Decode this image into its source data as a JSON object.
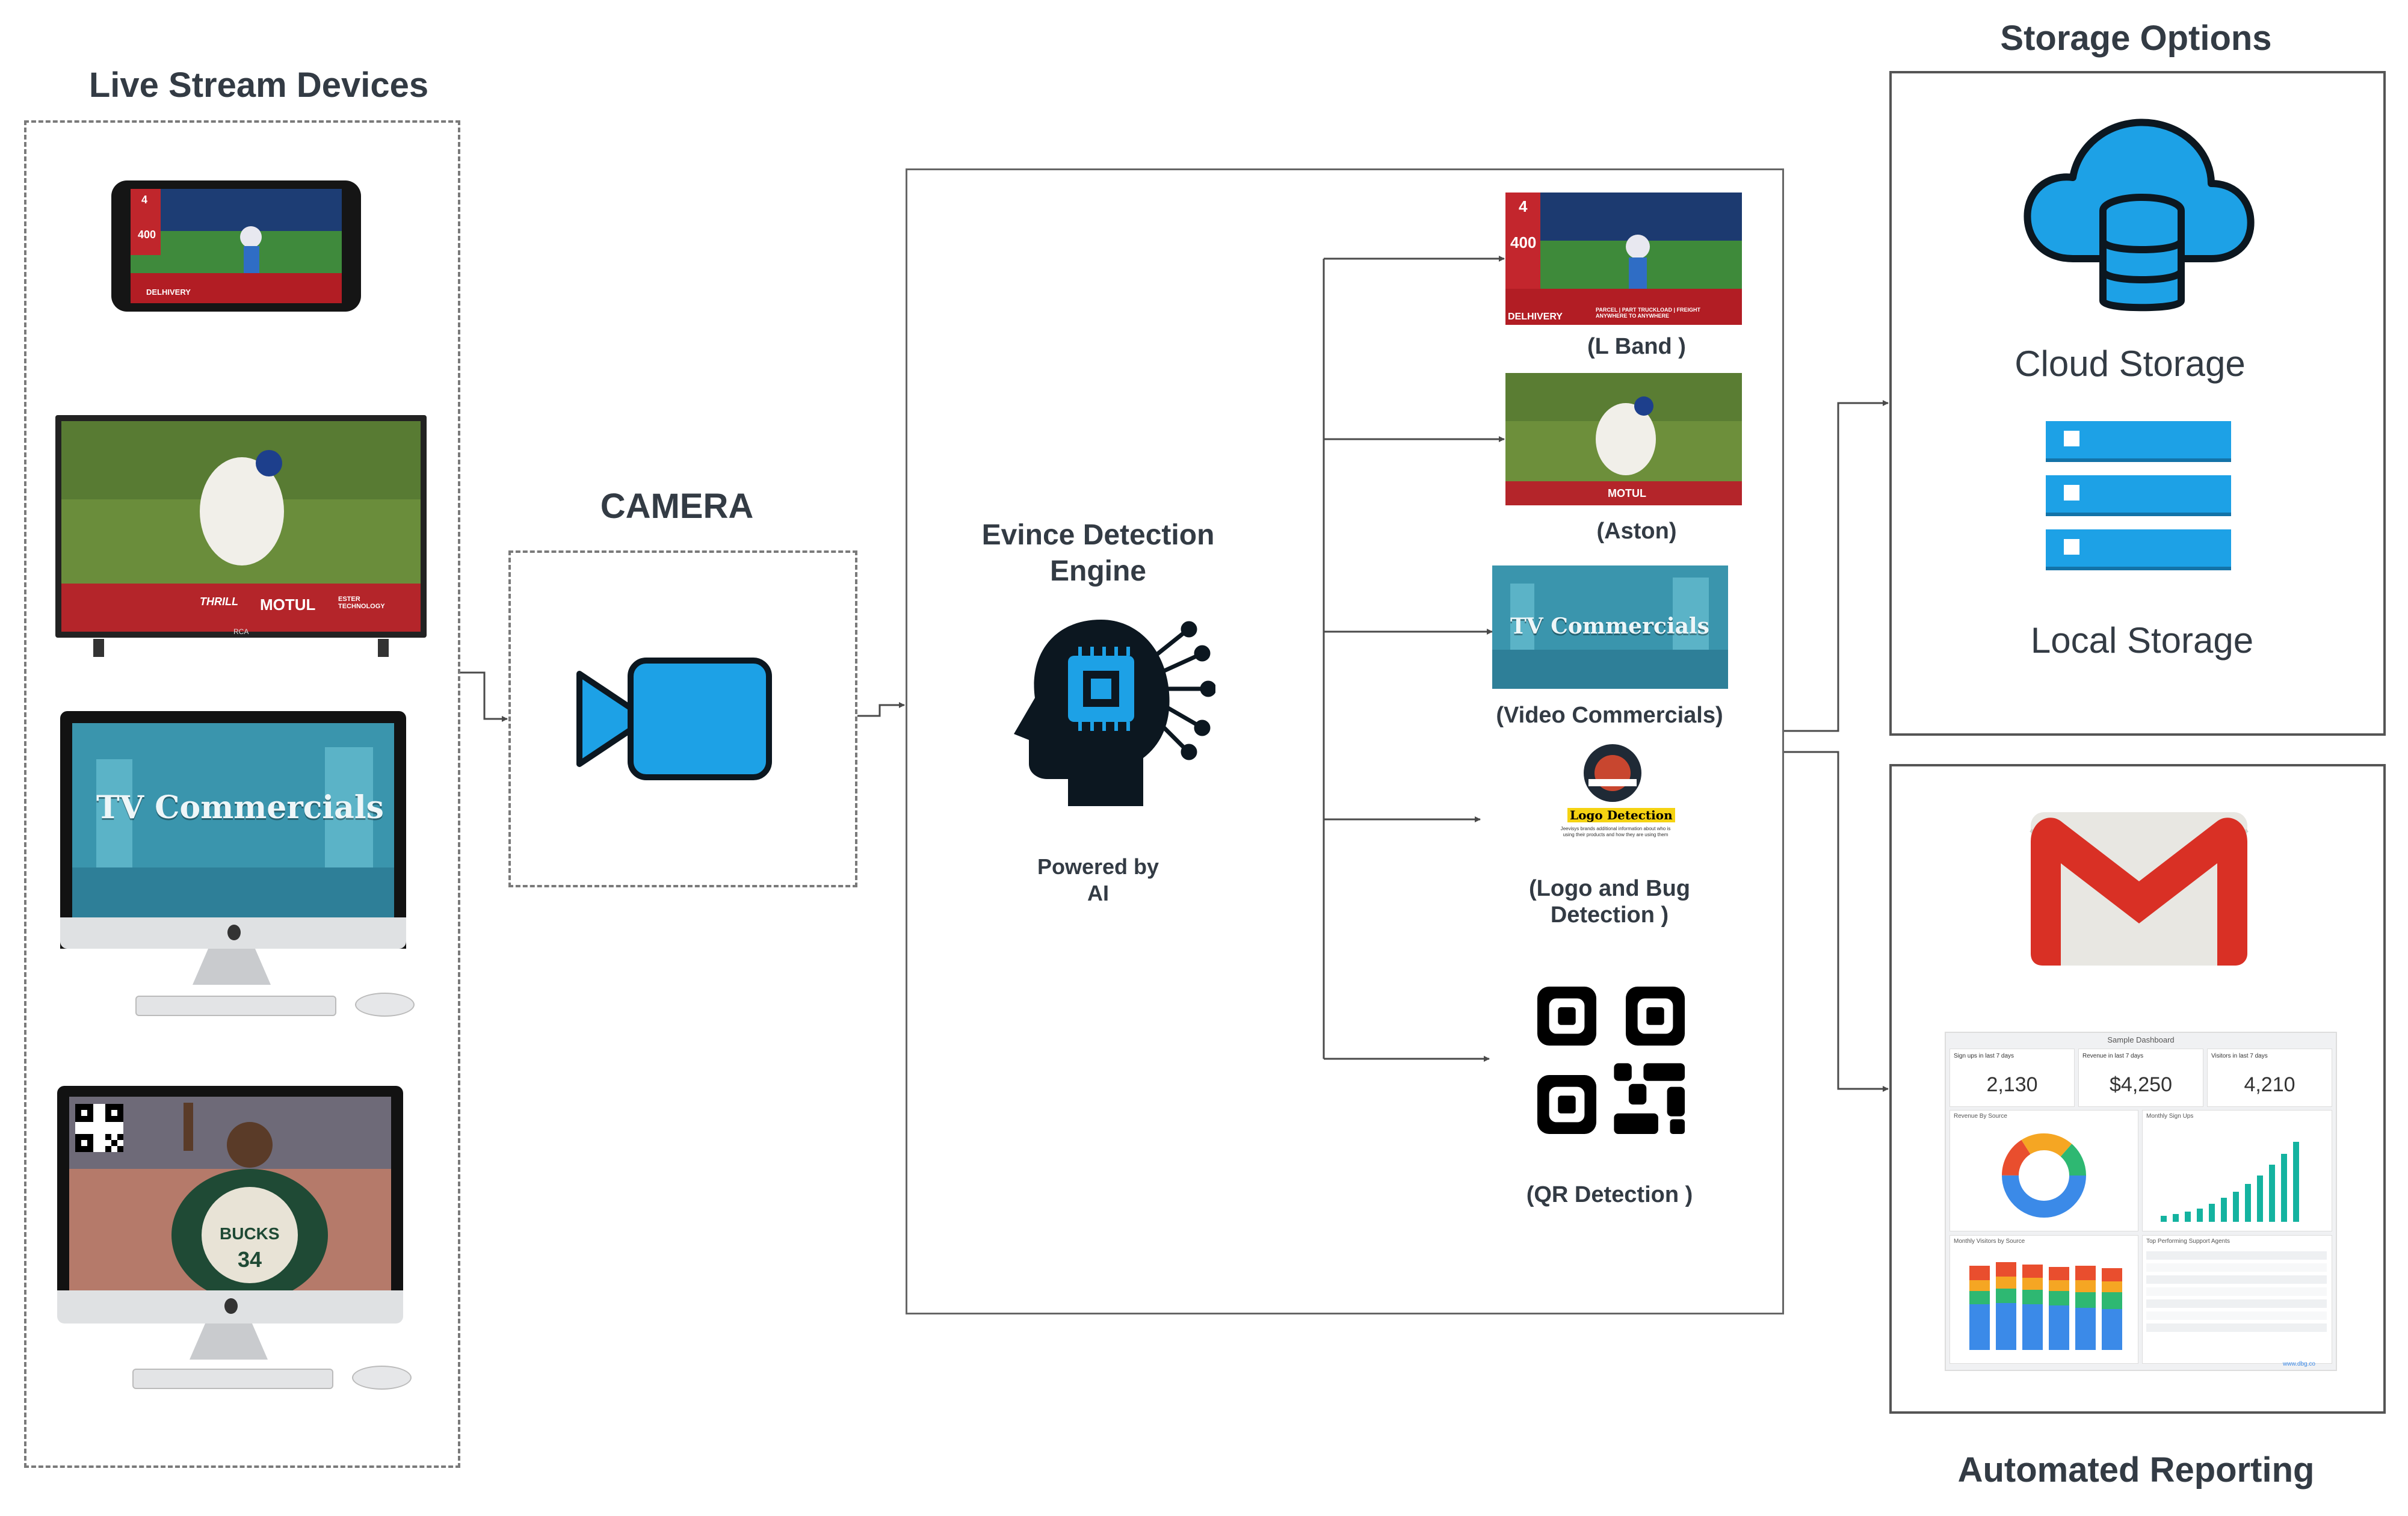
{
  "sections": {
    "devices_title": "Live Stream Devices",
    "camera_title": "CAMERA",
    "storage_title": "Storage Options",
    "reporting_title": "Automated Reporting"
  },
  "engine": {
    "title_line1": "Evince Detection",
    "title_line2": "Engine",
    "powered_line1": "Powered by",
    "powered_line2": "AI"
  },
  "outputs": {
    "lband": "(L Band )",
    "aston": "(Aston)",
    "video": "(Video Commercials)",
    "logo_line1": "(Logo and Bug",
    "logo_line2": "Detection )",
    "qr": "(QR Detection )"
  },
  "media_text": {
    "tv_commercials": "TV Commercials",
    "logo_detection": "Logo Detection",
    "logo_detection_body": "Jeevisys brands additional information about who is using their products and how they are using them",
    "score_runs": "400",
    "score_wkts": "4",
    "sponsor_delhivery": "DELHIVERY",
    "sponsor_motul": "MOTUL",
    "sponsor_ester": "ESTER TECHNOLOGY",
    "sponsor_thrill": "THRILL",
    "sponsor_tagline": "PARCEL | PART TRUCKLOAD | FREIGHT ANYWHERE TO ANYWHERE",
    "jersey_text": "BUCKS",
    "jersey_number": "34",
    "tv_brand": "RCA"
  },
  "storage": {
    "cloud": "Cloud Storage",
    "local": "Local Storage"
  },
  "dashboard": {
    "title": "Sample Dashboard",
    "kpis": [
      {
        "label": "Sign ups in last 7 days",
        "value": "2,130"
      },
      {
        "label": "Revenue in last 7 days",
        "value": "$4,250"
      },
      {
        "label": "Visitors in last 7 days",
        "value": "4,210"
      }
    ],
    "panel_revenue": "Revenue By Source",
    "panel_signups": "Monthly Sign Ups",
    "panel_visitors": "Monthly Visitors by Source",
    "panel_agents": "Top Performing Support Agents",
    "footer": "www.dbg.co"
  },
  "colors": {
    "accent_blue": "#1da1e6",
    "icon_dark": "#0c1720",
    "teal": "#2b8ba3",
    "gmail_red": "#d93025",
    "line": "#4a4a4a"
  },
  "icons": {
    "camera": "video-camera-icon",
    "engine": "ai-head-chip-icon",
    "cloud": "cloud-database-icon",
    "local": "server-rack-icon",
    "gmail": "gmail-icon",
    "qr": "qr-code-icon"
  }
}
